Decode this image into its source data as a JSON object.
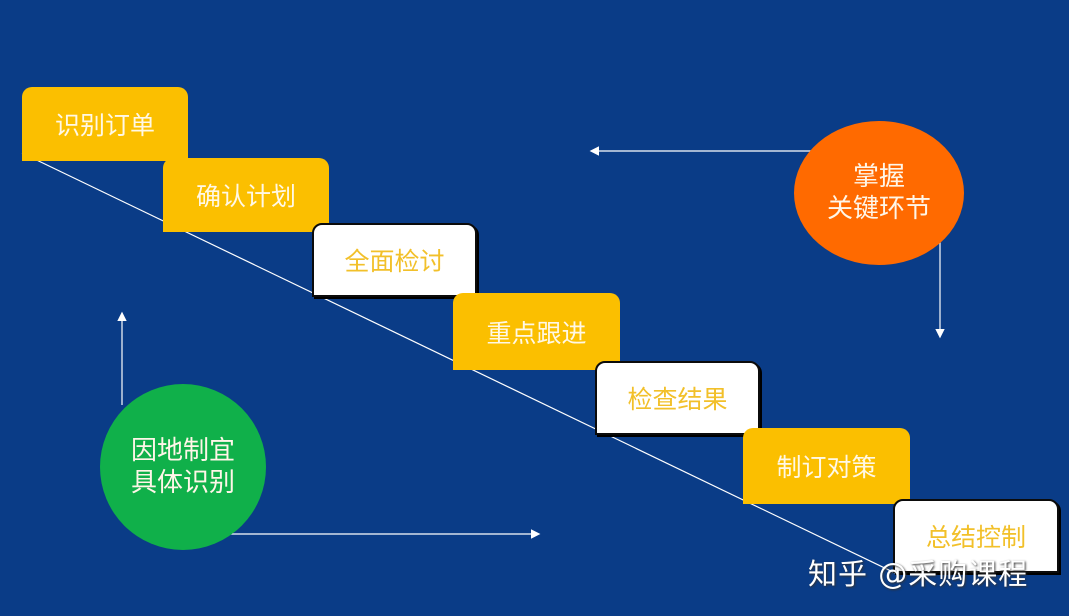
{
  "steps": [
    {
      "label": "识别订单",
      "style": "yellow"
    },
    {
      "label": "确认计划",
      "style": "yellow"
    },
    {
      "label": "全面检讨",
      "style": "white"
    },
    {
      "label": "重点跟进",
      "style": "yellow"
    },
    {
      "label": "检查结果",
      "style": "white"
    },
    {
      "label": "制订对策",
      "style": "yellow"
    },
    {
      "label": "总结控制",
      "style": "white"
    }
  ],
  "circles": {
    "key": {
      "line1": "掌握",
      "line2": "关键环节",
      "color": "#ff6a00"
    },
    "local": {
      "line1": "因地制宜",
      "line2": "具体识别",
      "color": "#10b04a"
    }
  },
  "colors": {
    "background": "#0a3c87",
    "step_yellow": "#fbbf00",
    "step_white": "#ffffff"
  },
  "watermark": "知乎 @采购课程"
}
